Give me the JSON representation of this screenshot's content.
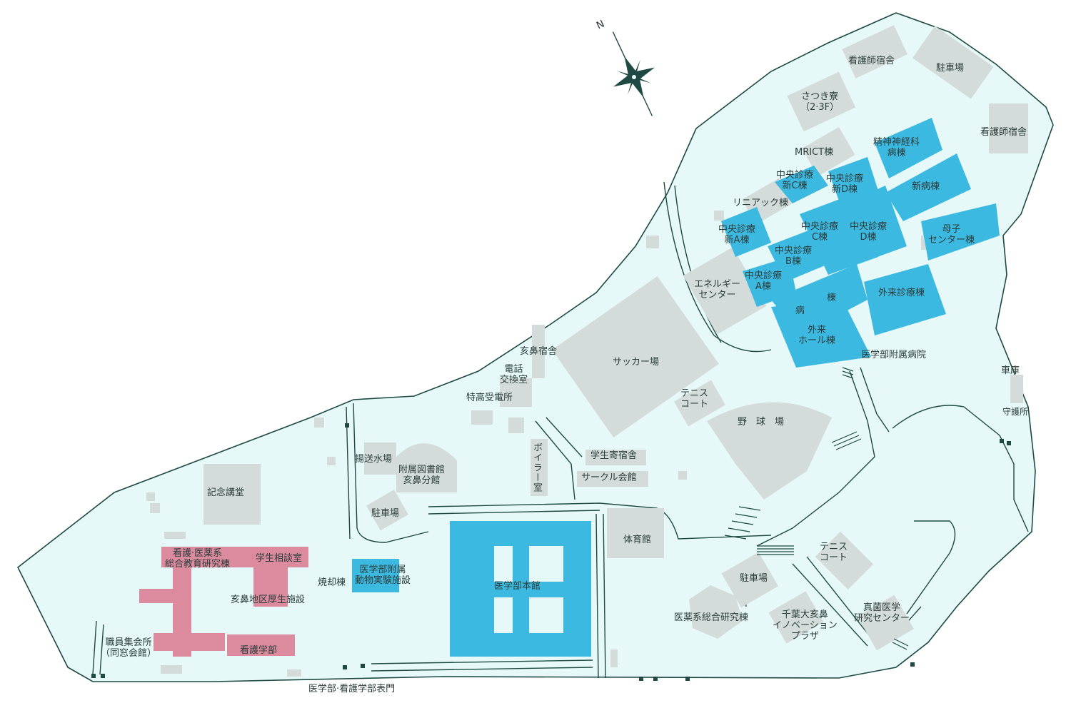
{
  "map": {
    "compass": {
      "label": "N",
      "icon": "compass-rose-icon"
    },
    "colors": {
      "ground": "#e6f8f7",
      "boundary": "#1e4a43",
      "building_gray": "#d3dcdb",
      "hospital_blue": "#3cb9e1",
      "nursing_pink": "#dc8b9e"
    },
    "labels": {
      "kango_shukusha_1": "看護師宿舎",
      "chushajo_ne": "駐車場",
      "satsuki": "さつき寮\n（2·3F）",
      "kango_shukusha_2": "看護師宿舎",
      "mrict": "MRICT棟",
      "seishin": "精神神経科\n病棟",
      "chuo_shin_c": "中央診療\n新C棟",
      "chuo_shin_d": "中央診療\n新D棟",
      "shinbyoto": "新病棟",
      "linac": "リニアック棟",
      "chuo_shin_a": "中央診療\n新A棟",
      "chuo_c": "中央診療\nC棟",
      "chuo_d": "中央診療\nD棟",
      "boshi": "母子\nセンター棟",
      "chuo_b": "中央診療\nB棟",
      "chuo_a": "中央診療\nA棟",
      "energy": "エネルギー\nセンター",
      "byoto_1": "棟",
      "byoto_2": "病",
      "gairai_shinryo": "外来診療棟",
      "gairai_hall": "外来\nホール棟",
      "fuzoku_byoin": "医学部附属病院",
      "shako": "車庫",
      "shueijo": "守護所",
      "konohana_shukusha": "亥鼻宿舎",
      "denwa": "電話\n交換室",
      "tokko": "特高受電所",
      "soccer": "サッカー場",
      "tennis_1": "テニス\nコート",
      "yakyu": "野　球　場",
      "gakusei_kishukusha": "学生寄宿舎",
      "circle": "サークル会館",
      "boiler": "ボイラー室",
      "yosuijo": "揚送水場",
      "toshokan": "附属図書館\n亥鼻分館",
      "kinen": "記念講堂",
      "chushajo_w": "駐車場",
      "kango_iyaku": "看護·医薬系\n総合教育研究棟",
      "gakusei_sodan": "学生相談室",
      "kosei": "亥鼻地区厚生施設",
      "shokyaku": "焼却棟",
      "dobutsu": "医学部附属\n動物実験施設",
      "honkan": "医学部本館",
      "taiikukan": "体育館",
      "tennis_2": "テニス\nコート",
      "chushajo_s": "駐車場",
      "iyaku_kenkyu": "医薬系総合研究棟",
      "innovation": "千葉大亥鼻\nイノベーション\nプラザ",
      "shinkin": "真菌医学\n研究センター",
      "shokuin": "職員集会所\n（同窓会館）",
      "kango_gakubu": "看護学部",
      "seimon": "医学部·看護学部表門"
    }
  }
}
